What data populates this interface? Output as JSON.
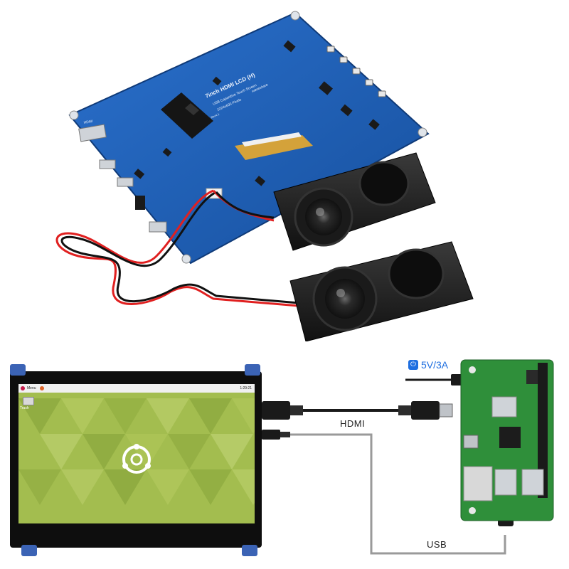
{
  "board": {
    "title_line1": "7inch HDMI LCD (H)",
    "title_line2": "USB Capacitive Touch Screen",
    "title_line3": "1024x600 Pixels",
    "rev": "Rev4.1",
    "brand": "waveshare",
    "hdmi_silk": "HDMI"
  },
  "screen": {
    "menu_label": "Menu",
    "clock": "1:29:21",
    "desktop_icon_label": "Trash"
  },
  "connections": {
    "hdmi_label": "HDMI",
    "usb_label": "USB",
    "power_label": "5V/3A",
    "power_icon": "power-icon"
  },
  "colors": {
    "pcb": "#1f5fb8",
    "cable_red": "#e02020",
    "speaker": "#1c1c1c",
    "pi_green": "#2f8f3a",
    "accent_blue": "#1f6fe0",
    "usb_line": "#9a9a9a"
  }
}
